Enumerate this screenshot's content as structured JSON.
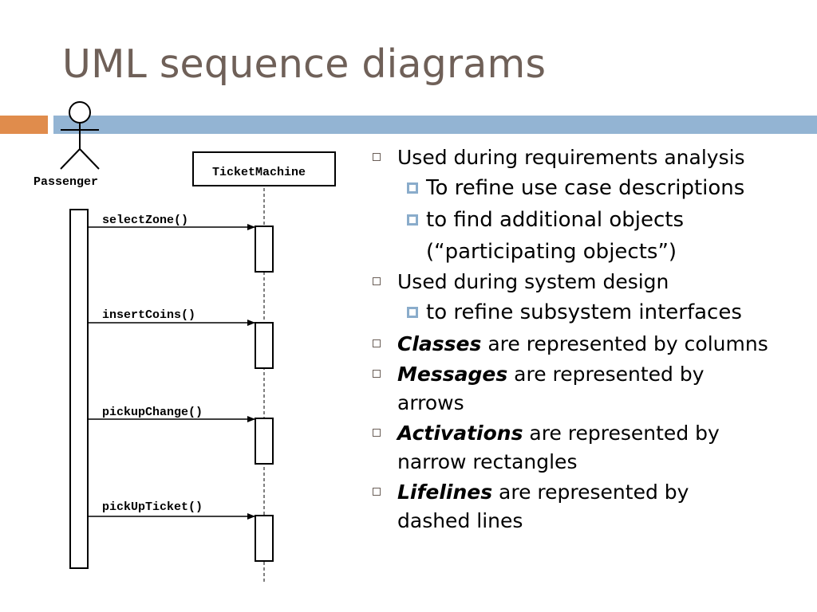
{
  "slide": {
    "title": "UML sequence diagrams"
  },
  "diagram": {
    "actor": "Passenger",
    "object": "TicketMachine",
    "messages": [
      "selectZone()",
      "insertCoins()",
      "pickupChange()",
      "pickUpTicket()"
    ]
  },
  "bullets": [
    {
      "text": "Used during requirements analysis"
    },
    {
      "text": "To refine use case descriptions"
    },
    {
      "text": "to find additional objects"
    },
    {
      "text": "(“participating objects”)"
    },
    {
      "text": "Used during system design"
    },
    {
      "text": "to refine subsystem interfaces"
    },
    {
      "em": "Classes",
      "rest": " are represented by columns"
    },
    {
      "em": "Messages",
      "rest": " are represented by",
      "line2": "arrows"
    },
    {
      "em": "Activations",
      "rest": " are represented by",
      "line2": "narrow rectangles"
    },
    {
      "em": "Lifelines",
      "rest": " are represented by",
      "line2": "dashed lines"
    }
  ],
  "colors": {
    "title": "#6f6058",
    "accent_orange": "#e08c4c",
    "accent_blue": "#93b4d3"
  }
}
